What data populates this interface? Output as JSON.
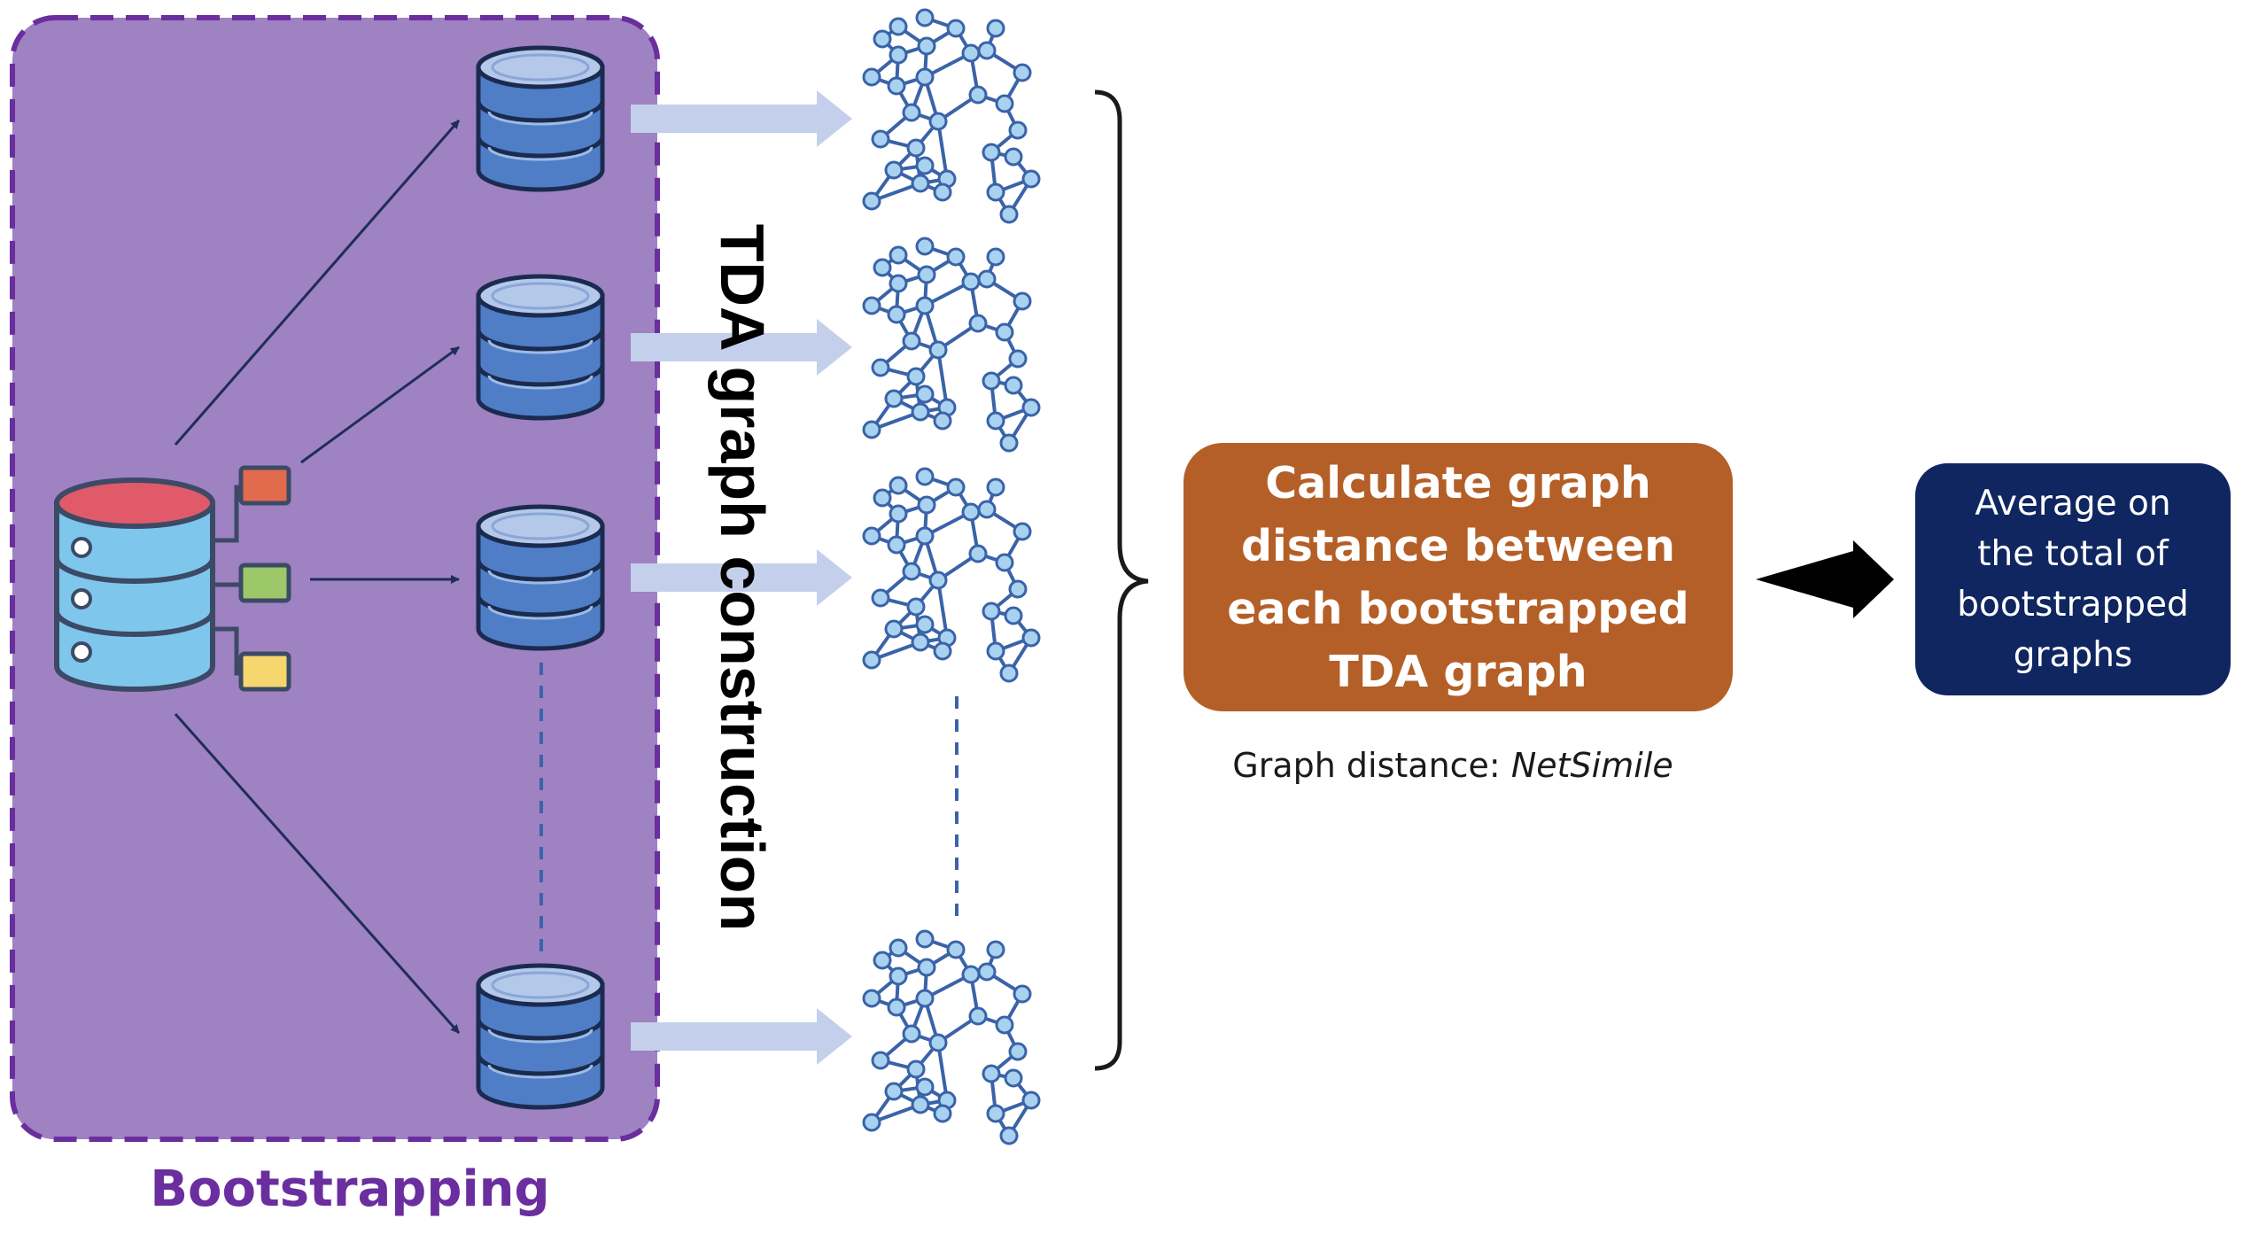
{
  "diagram": {
    "bootstrapping_label": "Bootstrapping",
    "construction_label": "TDA graph construction",
    "calculate_box": {
      "lines": [
        "Calculate graph",
        "distance between",
        "each bootstrapped",
        "TDA graph"
      ]
    },
    "distance_note": {
      "prefix": "Graph distance: ",
      "method": "NetSimile"
    },
    "average_box": {
      "lines": [
        "Average on",
        "the total of",
        "bootstrapped",
        "graphs"
      ]
    },
    "icons": {
      "source": "database-source-icon",
      "bootstrap_sample": "database-stack-icon",
      "graph": "network-graph-icon"
    },
    "colors": {
      "bootstrap_panel": "#9e82c2",
      "bootstrap_border": "#6a2e9e",
      "calculate_box": "#b45f27",
      "average_box": "#0f2660",
      "block_arrow": "#c4d0eb",
      "db_blue": "#4f7ec7",
      "graph_node": "#a8d2ef",
      "graph_edge": "#3a63a8"
    }
  }
}
